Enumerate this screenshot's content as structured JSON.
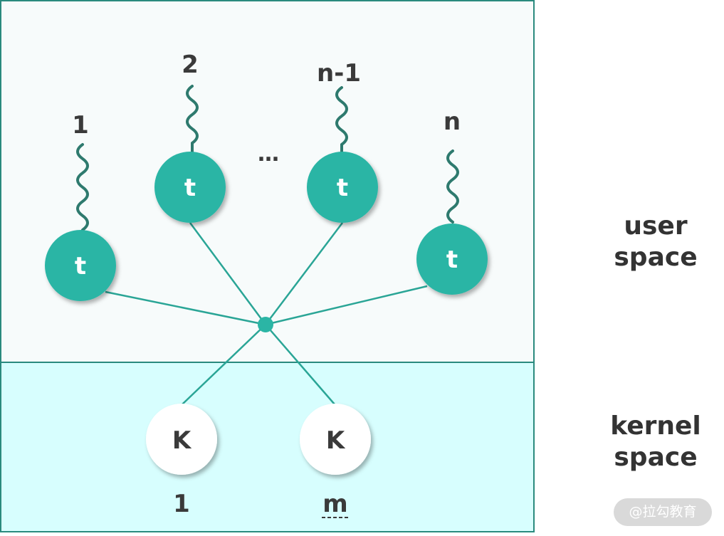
{
  "diagram": {
    "user_threads": [
      {
        "glyph": "t",
        "label": "1"
      },
      {
        "glyph": "t",
        "label": "2"
      },
      {
        "glyph": "t",
        "label": "n-1"
      },
      {
        "glyph": "t",
        "label": "n"
      }
    ],
    "ellipsis": "…",
    "kernel_threads": [
      {
        "glyph": "K",
        "label": "1"
      },
      {
        "glyph": "K",
        "label": "m"
      }
    ],
    "regions": {
      "user_space": "user space",
      "kernel_space": "kernel space"
    },
    "watermark": "@拉勾教育",
    "colors": {
      "thread_fill": "#2bb5a5",
      "line": "#2aa596",
      "wave": "#2e7a6e",
      "user_bg": "#f7fbfb",
      "kernel_bg": "#d7fefe",
      "border": "#2a8a7e"
    }
  }
}
